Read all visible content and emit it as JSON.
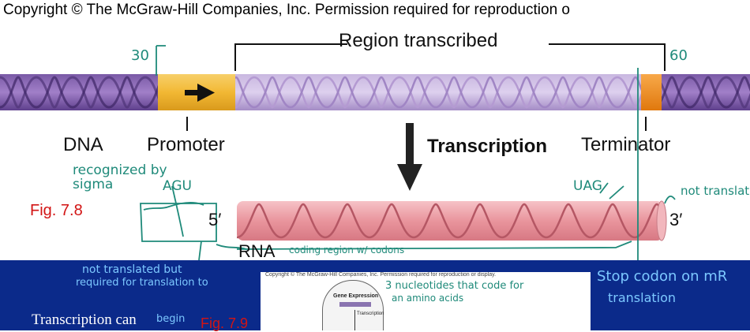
{
  "header": {
    "copyright": "Copyright © The McGraw-Hill Companies, Inc. Permission required for reproduction o"
  },
  "figure_main": {
    "region_label": "Region transcribed",
    "dna_label": "DNA",
    "promoter_label": "Promoter",
    "transcription_label": "Transcription",
    "terminator_label": "Terminator",
    "fig_label": "Fig. 7.8",
    "rna_five_prime": "5′",
    "rna_three_prime": "3′",
    "rna_label": "RNA",
    "colors": {
      "dna_purple": "#7d5fa6",
      "promoter_gold": "#f2b834",
      "terminator_orange": "#f08a1c",
      "rna_pink": "#e68b95",
      "fig_red": "#d21414"
    }
  },
  "annotations": {
    "promoter_length": "30",
    "terminator_length": "60",
    "recognized_by": "recognized by",
    "sigma": "sigma",
    "start_codon": "AGU",
    "stop_codon": "UAG",
    "not_translated_right": "not translated",
    "coding_region": "coding region w/ codons",
    "not_translated_left_1": "not translated but",
    "not_translated_left_2": "required for translation to",
    "nucleotides_1": "3 nucleotides that code for",
    "nucleotides_2": "an amino acids",
    "stop_codon_note_1": "Stop codon on mR",
    "stop_codon_note_2": "translation",
    "ink_color": "#1f8a7a"
  },
  "bottom_panel": {
    "text": "Transcription can",
    "handwritten": "begin",
    "background": "#0b2a8a"
  },
  "mini_figure": {
    "copyright": "Copyright © The McGraw-Hill Companies, Inc. Permission required for reproduction or display.",
    "gene_expression": "Gene Expression",
    "transcription": "Transcription",
    "fig_label": "Fig. 7.9"
  }
}
